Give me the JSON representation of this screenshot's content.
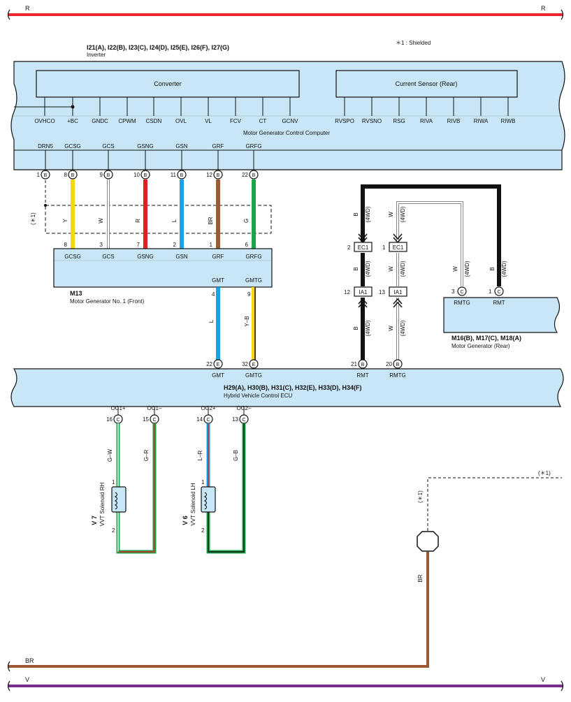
{
  "rails": {
    "top": {
      "left": "R",
      "right": "R",
      "color": "#e8242d"
    },
    "br": {
      "left": "BR",
      "color": "#9b5a33"
    },
    "bottom": {
      "left": "V",
      "right": "V",
      "color": "#7a2c8c"
    }
  },
  "shielded_note": "＊1 : Shielded",
  "inverter": {
    "connectors": "I21(A), I22(B), I23(C), I24(D), I25(E), I26(F), I27(G)",
    "name": "Inverter",
    "converter_label": "Converter",
    "current_sensor_label": "Current Sensor (Rear)",
    "computer_label": "Motor Generator Control Computer",
    "top_terminals": [
      "OVHCO",
      "+BC",
      "GNDC",
      "CPWM",
      "CSDN",
      "OVL",
      "VL",
      "FCV",
      "CT",
      "GCNV",
      "RVSPO",
      "RVSNO",
      "RSG",
      "RIVA",
      "RIVB",
      "RIWA",
      "RIWB"
    ],
    "bottom_terminals": [
      "DRN5",
      "GCSG",
      "GCS",
      "GSNG",
      "GSN",
      "GRF",
      "GRFG"
    ],
    "pins": [
      "1",
      "8",
      "9",
      "10",
      "11",
      "12",
      "22"
    ],
    "pin_letter": "B"
  },
  "front_wires": {
    "colors": [
      "Y",
      "W",
      "R",
      "L",
      "BR",
      "G"
    ],
    "hex": [
      "#f5d90a",
      "#ffffff",
      "#e02020",
      "#1aa3e8",
      "#9b5a33",
      "#1aa64a"
    ],
    "shield_label": "(＊1)"
  },
  "m13": {
    "top_pins": [
      "8",
      "3",
      "7",
      "2",
      "1",
      "6"
    ],
    "top_terminals": [
      "GCSG",
      "GCS",
      "GSNG",
      "GSN",
      "GRF",
      "GRFG"
    ],
    "bottom_terminals": [
      "GMT",
      "GMTG"
    ],
    "bottom_pins": [
      "4",
      "9"
    ],
    "id": "M13",
    "name": "Motor Generator No. 1 (Front)",
    "wire_colors": [
      "L",
      "Y–B"
    ]
  },
  "rear": {
    "b_wire": "B",
    "w_wire": "W",
    "note": "(4WD)",
    "ec1": "EC1",
    "ia1": "IA1",
    "ec1_pins": [
      "2",
      "1"
    ],
    "ia1_pins": [
      "12",
      "13"
    ],
    "mg_pins": [
      "3",
      "1"
    ],
    "mg_letter": "C",
    "mg_terminals": [
      "RMTG",
      "RMT"
    ],
    "mg_ids": "M16(B), M17(C), M18(A)",
    "mg_name": "Motor Generator (Rear)"
  },
  "hv_ecu": {
    "top_pins": [
      "22",
      "32",
      "21",
      "20"
    ],
    "top_letters": [
      "E",
      "E",
      "B",
      "B"
    ],
    "top_terminals": [
      "GMT",
      "GMTG",
      "RMT",
      "RMTG"
    ],
    "connectors": "H29(A), H30(B), H31(C), H32(E), H33(D), H34(F)",
    "name": "Hybrid Vehicle Control ECU",
    "bottom_terminals": [
      "OC1+",
      "OC1–",
      "OC2+",
      "OC2–"
    ],
    "bottom_pins": [
      "16",
      "15",
      "14",
      "13"
    ],
    "pin_letter": "C"
  },
  "vvt": {
    "rh_id": "V 7",
    "rh_name": "VVT Solenoid RH",
    "lh_id": "V 6",
    "lh_name": "VVT Solenoid LH",
    "wire_colors": [
      "G–W",
      "G–R",
      "L–R",
      "G–B"
    ],
    "pins": [
      "1",
      "2"
    ]
  },
  "ground": {
    "shield_ref": "(＊1)",
    "wire": "BR"
  }
}
